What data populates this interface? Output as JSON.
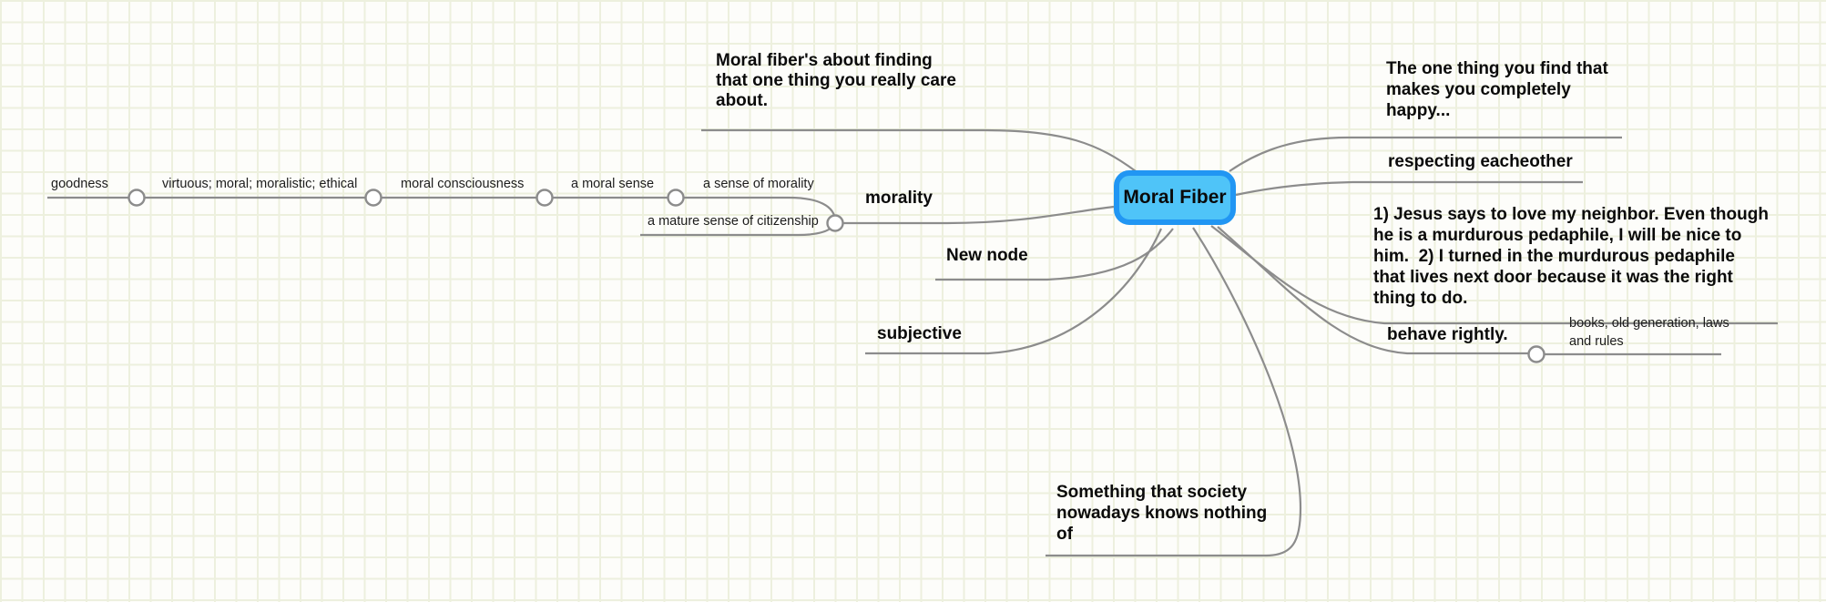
{
  "canvas": {
    "background_color": "#fdfdfa",
    "grid_color": "#edf0de",
    "connector_color": "#8c8c8c"
  },
  "center_node": {
    "label": "Moral Fiber",
    "fill_color": "#4FC4F8",
    "border_color": "#2196F3"
  },
  "nodes": {
    "goodness": "goodness",
    "virtuous": "virtuous; moral; moralistic; ethical",
    "moral_consciousness": "moral consciousness",
    "a_moral_sense": "a moral sense",
    "a_sense_of_morality": "a sense of morality",
    "a_mature_sense_of_citizenship": "a mature sense of citizenship",
    "morality": "morality",
    "new_node": "New node",
    "subjective": "subjective",
    "moral_fiber_note": "Moral fiber's about finding\nthat one thing you really care\nabout.",
    "one_thing_note": "The one thing you find that\nmakes you completely\nhappy...",
    "respecting_eachother": "respecting eacheother",
    "jesus_note": "1) Jesus says to love my neighbor. Even though\nhe is a murdurous pedaphile, I will be nice to\nhim.  2) I turned in the murdurous pedaphile\nthat lives next door because it was the right\nthing to do.",
    "behave_rightly": "behave rightly.",
    "books_note": "books, old generation, laws\nand rules",
    "something_note": "Something that society\nnowadays knows nothing\nof"
  }
}
